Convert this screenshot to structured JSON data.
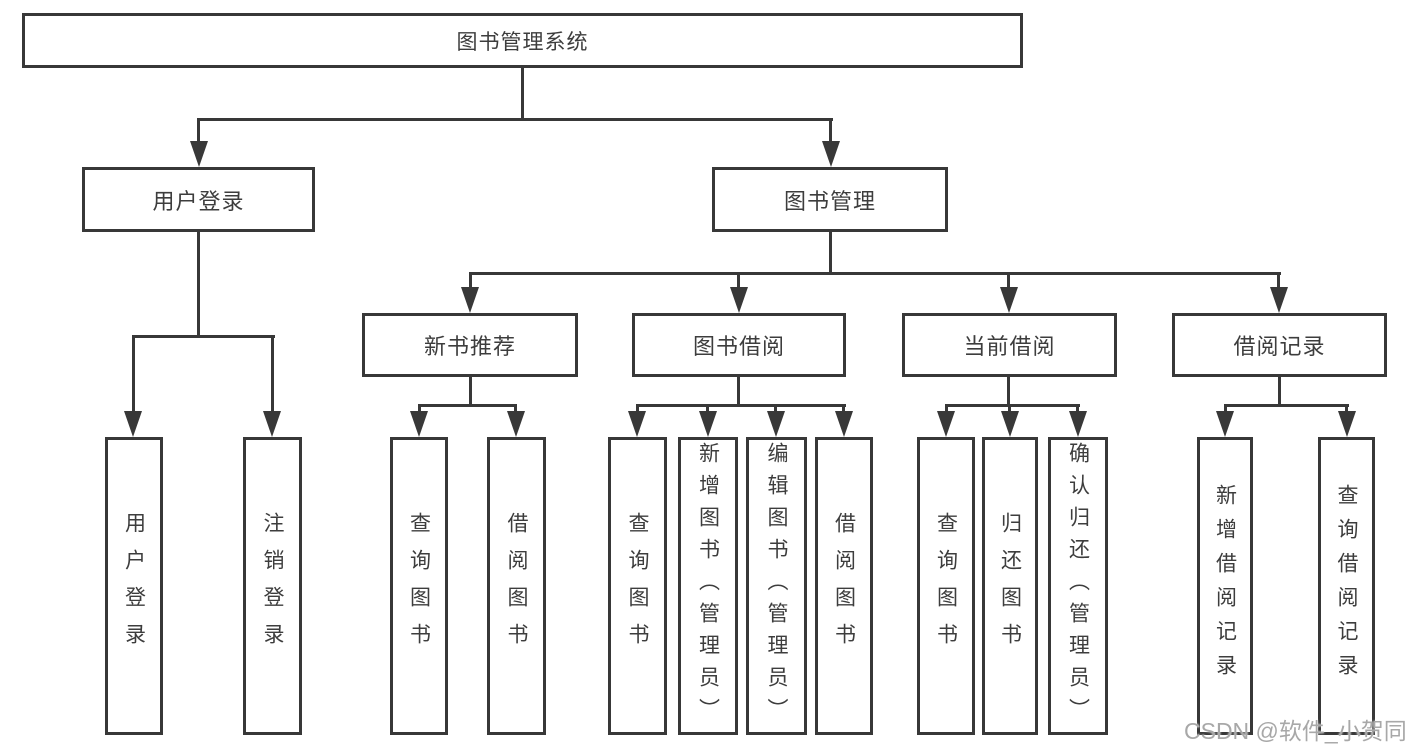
{
  "nodes": {
    "root": "图书管理系统",
    "user_login": "用户登录",
    "book_management": "图书管理",
    "new_book_recommend": "新书推荐",
    "book_borrow": "图书借阅",
    "current_borrow": "当前借阅",
    "borrow_records": "借阅记录",
    "leaf_user_login": "用户登录",
    "leaf_logout": "注销登录",
    "leaf_nb_query_books": "查询图书",
    "leaf_nb_borrow_books": "借阅图书",
    "leaf_bb_query_books": "查询图书",
    "leaf_bb_add_books": "新增图书（管理员）",
    "leaf_bb_edit_books": "编辑图书（管理员）",
    "leaf_bb_borrow_books": "借阅图书",
    "leaf_cb_query_books": "查询图书",
    "leaf_cb_return_books": "归还图书",
    "leaf_cb_confirm_return": "确认归还（管理员）",
    "leaf_br_add_record": "新增借阅记录",
    "leaf_br_query_record": "查询借阅记录"
  },
  "watermark": "CSDN @软件_小贺同学",
  "colors": {
    "line": "#383838",
    "text": "#3d3d3d",
    "watermark": "#a8a8a8",
    "background": "#ffffff"
  }
}
